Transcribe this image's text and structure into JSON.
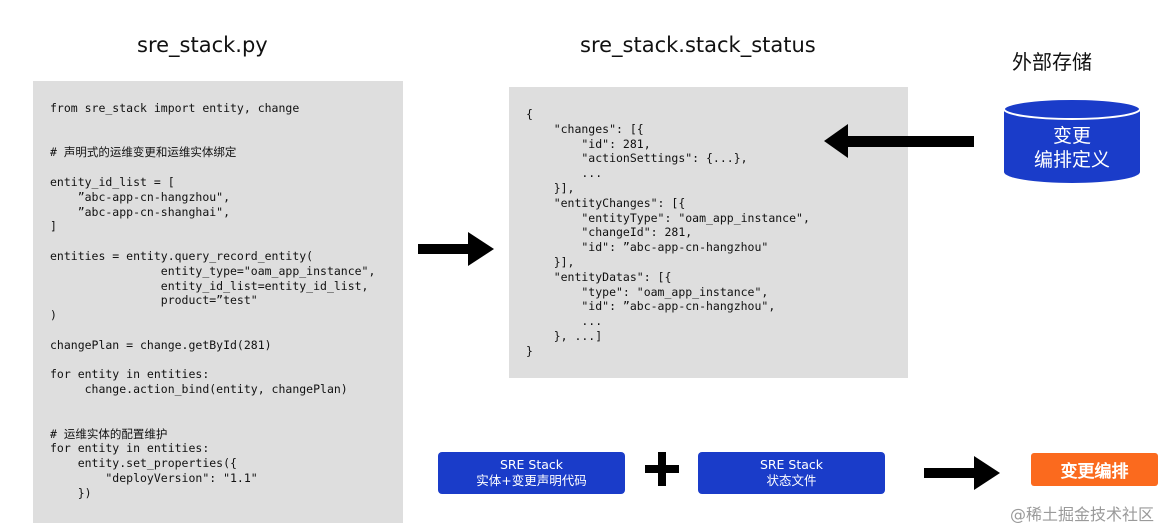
{
  "left": {
    "title": "sre_stack.py",
    "code": "from sre_stack import entity, change\n\n\n# 声明式的运维变更和运维实体绑定\n\nentity_id_list = [\n    ”abc-app-cn-hangzhou\",\n    ”abc-app-cn-shanghai\",\n]\n\nentities = entity.query_record_entity(\n                entity_type=\"oam_app_instance\",\n                entity_id_list=entity_id_list,\n                product=”test\"\n)\n\nchangePlan = change.getById(281)\n\nfor entity in entities:\n     change.action_bind(entity, changePlan)\n\n\n# 运维实体的配置维护\nfor entity in entities:\n    entity.set_properties({\n        \"deployVersion\": \"1.1\"\n    })"
  },
  "middle": {
    "title": "sre_stack.stack_status",
    "code": "{\n    \"changes\": [{\n        \"id\": 281,\n        \"actionSettings\": {...},\n        ...\n    }],\n    \"entityChanges\": [{\n        \"entityType\": \"oam_app_instance\",\n        \"changeId\": 281,\n        \"id\": ”abc-app-cn-hangzhou\"\n    }],\n    \"entityDatas\": [{\n        \"type\": \"oam_app_instance\",\n        \"id\": ”abc-app-cn-hangzhou\",\n        ...\n    }, ...]\n}"
  },
  "storage": {
    "title": "外部存储",
    "db_line1": "变更",
    "db_line2": "编排定义"
  },
  "bottom": {
    "box1_line1": "SRE Stack",
    "box1_line2": "实体+变更声明代码",
    "box2_line1": "SRE Stack",
    "box2_line2": "状态文件",
    "result": "变更编排"
  },
  "watermark": "@稀土掘金技术社区",
  "colors": {
    "panel_bg": "#dedede",
    "db_blue": "#1a3cc9",
    "box_blue": "#1a3cc9",
    "result_orange": "#fb6a1e",
    "arrow": "#000000"
  }
}
